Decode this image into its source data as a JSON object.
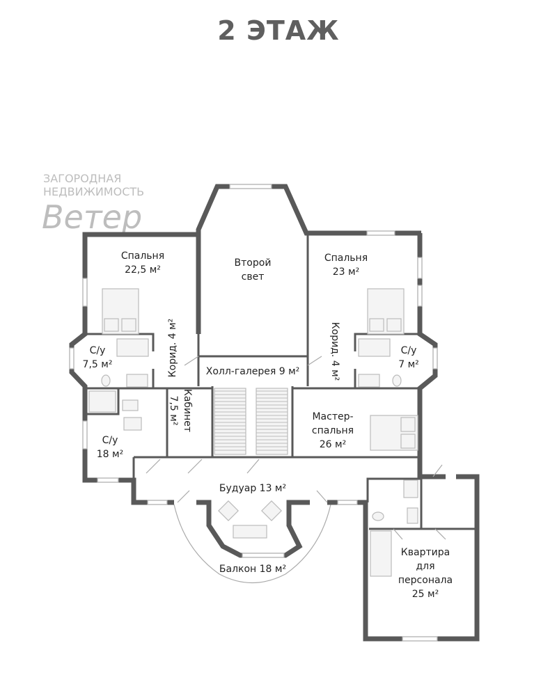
{
  "title": "2 ЭТАЖ",
  "watermark": {
    "logo": "Ветер",
    "line1": "ЗАГОРОДНАЯ",
    "line2": "НЕДВИЖИМОСТЬ"
  },
  "rooms": [
    {
      "id": "bedroom-left",
      "lines": [
        "Спальня",
        "22,5 м²"
      ]
    },
    {
      "id": "second-light",
      "lines": [
        "Второй",
        "свет"
      ]
    },
    {
      "id": "bedroom-right",
      "lines": [
        "Спальня",
        "23 м²"
      ]
    },
    {
      "id": "bath-left",
      "lines": [
        "С/у",
        "7,5 м²"
      ]
    },
    {
      "id": "bath-right",
      "lines": [
        "С/у",
        "7 м²"
      ]
    },
    {
      "id": "corridor-left",
      "lines": [
        "Корид. 4 м²"
      ]
    },
    {
      "id": "corridor-right",
      "lines": [
        "Корид. 4 м²"
      ]
    },
    {
      "id": "hall-gallery",
      "lines": [
        "Холл-галерея 9 м²"
      ]
    },
    {
      "id": "study",
      "lines": [
        "Кабинет",
        "7,5 м²"
      ]
    },
    {
      "id": "bath-big",
      "lines": [
        "С/у",
        "18 м²"
      ]
    },
    {
      "id": "master-bedroom",
      "lines": [
        "Мастер-",
        "спальня",
        "26 м²"
      ]
    },
    {
      "id": "boudoir",
      "lines": [
        "Будуар 13 м²"
      ]
    },
    {
      "id": "balcony",
      "lines": [
        "Балкон 18 м²"
      ]
    },
    {
      "id": "staff-apartment",
      "lines": [
        "Квартира",
        "для",
        "персонала",
        "25 м²"
      ]
    }
  ]
}
